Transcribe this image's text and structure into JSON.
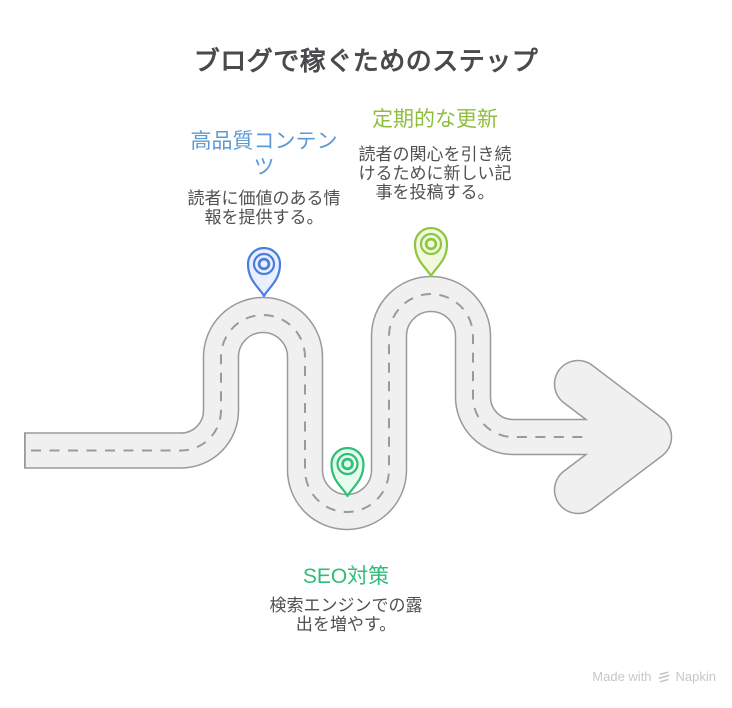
{
  "title": "ブログで稼ぐためのステップ",
  "steps": [
    {
      "label": "高品質コンテンツ",
      "description": "読者に価値のある情報を提供する。",
      "label_color": "#5b9bd5",
      "pin_icon": "map-pin-target",
      "pin_stroke": "#4a7de0",
      "pin_fill": "#e9f0fc"
    },
    {
      "label": "定期的な更新",
      "description": "読者の関心を引き続けるために新しい記事を投稿する。",
      "label_color": "#8fbe3f",
      "pin_icon": "map-pin-target",
      "pin_stroke": "#8dc63f",
      "pin_fill": "#f1f8dd"
    },
    {
      "label": "SEO対策",
      "description": "検索エンジンでの露出を増やす。",
      "label_color": "#2ebd77",
      "pin_icon": "map-pin-target",
      "pin_stroke": "#2dbf73",
      "pin_fill": "#e6faf0"
    }
  ],
  "road": {
    "surface_color": "#f0f0f1",
    "edge_color": "#9a9a9d",
    "dash_color": "#9a9a9d"
  },
  "footer": {
    "made_with": "Made with",
    "brand": "Napkin",
    "logo_icon": "napkin-logo",
    "text_color": "#c5c7c9"
  }
}
